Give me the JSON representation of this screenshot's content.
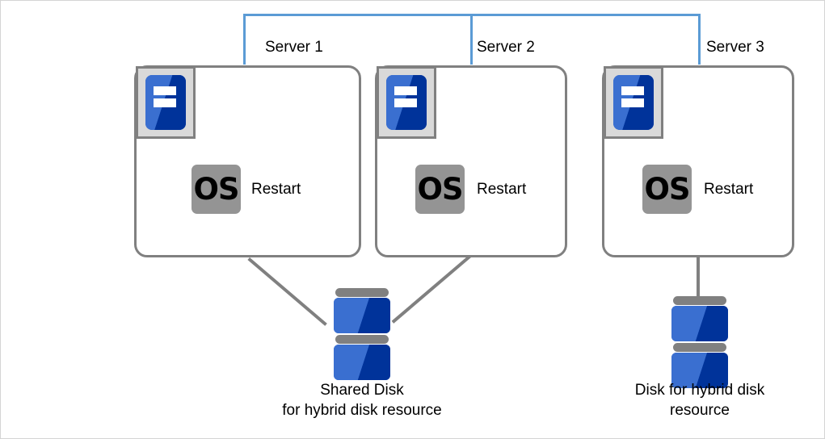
{
  "diagram": {
    "title": "Hybrid disk resource failover diagram",
    "colors": {
      "bracket_blue": "#5B9BD5",
      "box_border_gray": "#808080",
      "icon_frame_gray": "#D9D9D9",
      "os_badge_gray": "#949494",
      "disk_blue_light": "#3A6FD0",
      "disk_blue_dark": "#00339A",
      "canvas_border": "#d4d4d4",
      "text": "#000000"
    },
    "cluster_bracket": {
      "name": "server-group-bracket",
      "spans_servers": [
        "Server 1",
        "Server 2",
        "Server 3"
      ]
    },
    "servers": [
      {
        "id": "server-1",
        "label": "Server 1",
        "server_icon_name": "server-icon",
        "os_badge": "OS",
        "status": "Restart",
        "connected_disk": "shared-disk"
      },
      {
        "id": "server-2",
        "label": "Server 2",
        "server_icon_name": "server-icon",
        "os_badge": "OS",
        "status": "Restart",
        "connected_disk": "shared-disk"
      },
      {
        "id": "server-3",
        "label": "Server 3",
        "server_icon_name": "server-icon",
        "os_badge": "OS",
        "status": "Restart",
        "connected_disk": "hybrid-disk"
      }
    ],
    "disks": [
      {
        "id": "shared-disk",
        "icon_name": "disk-stack-icon",
        "caption_line1": "Shared Disk",
        "caption_line2": "for hybrid disk resource",
        "connected_servers": [
          "Server 1",
          "Server 2"
        ]
      },
      {
        "id": "hybrid-disk",
        "icon_name": "disk-stack-icon",
        "caption_line1": "Disk for hybrid disk",
        "caption_line2": "resource",
        "connected_servers": [
          "Server 3"
        ]
      }
    ]
  }
}
